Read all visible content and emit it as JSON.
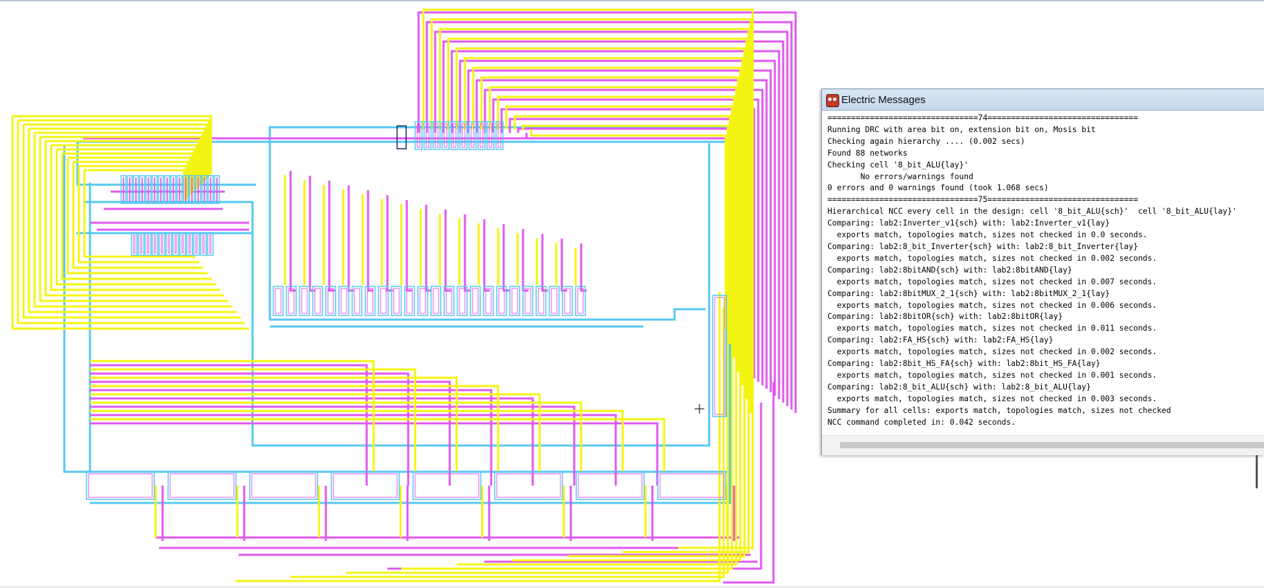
{
  "colors": {
    "metal1": "#55c8f0",
    "metal2": "#e058f0",
    "poly": "#f4f412",
    "background": "#ffffff",
    "titlebar": "#c9dbf0"
  },
  "canvas": {
    "description_icon": "vlsi-layout",
    "cursor_icon": "crosshair-icon"
  },
  "messages_window": {
    "title": "Electric Messages",
    "app_icon": "electric-app-icon",
    "lines": [
      "================================74================================",
      "Running DRC with area bit on, extension bit on, Mosis bit",
      "Checking again hierarchy .... (0.002 secs)",
      "Found 88 networks",
      "Checking cell '8_bit_ALU{lay}'",
      "       No errors/warnings found",
      "0 errors and 0 warnings found (took 1.068 secs)",
      "================================75================================",
      "Hierarchical NCC every cell in the design: cell '8_bit_ALU{sch}'  cell '8_bit_ALU{lay}'",
      "Comparing: lab2:Inverter_v1{sch} with: lab2:Inverter_v1{lay}",
      "  exports match, topologies match, sizes not checked in 0.0 seconds.",
      "Comparing: lab2:8_bit_Inverter{sch} with: lab2:8_bit_Inverter{lay}",
      "  exports match, topologies match, sizes not checked in 0.002 seconds.",
      "Comparing: lab2:8bitAND{sch} with: lab2:8bitAND{lay}",
      "  exports match, topologies match, sizes not checked in 0.007 seconds.",
      "Comparing: lab2:8bitMUX_2_1{sch} with: lab2:8bitMUX_2_1{lay}",
      "  exports match, topologies match, sizes not checked in 0.006 seconds.",
      "Comparing: lab2:8bitOR{sch} with: lab2:8bitOR{lay}",
      "  exports match, topologies match, sizes not checked in 0.011 seconds.",
      "Comparing: lab2:FA_HS{sch} with: lab2:FA_HS{lay}",
      "  exports match, topologies match, sizes not checked in 0.002 seconds.",
      "Comparing: lab2:8bit_HS_FA{sch} with: lab2:8bit_HS_FA{lay}",
      "  exports match, topologies match, sizes not checked in 0.001 seconds.",
      "Comparing: lab2:8_bit_ALU{sch} with: lab2:8_bit_ALU{lay}",
      "  exports match, topologies match, sizes not checked in 0.003 seconds.",
      "Summary for all cells: exports match, topologies match, sizes not checked",
      "NCC command completed in: 0.042 seconds."
    ]
  }
}
